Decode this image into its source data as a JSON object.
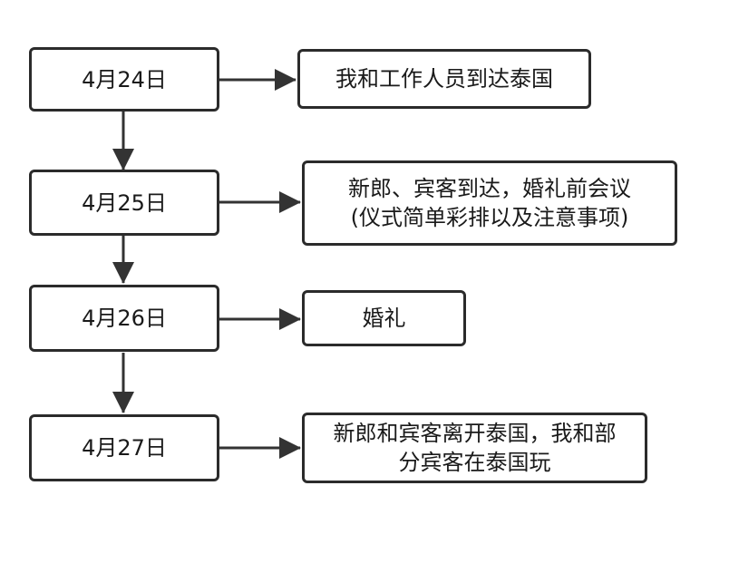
{
  "timeline": [
    {
      "date": "4月24日",
      "description": "我和工作人员到达泰国"
    },
    {
      "date": "4月25日",
      "description": "新郎、宾客到达，婚礼前会议\n(仪式简单彩排以及注意事项)"
    },
    {
      "date": "4月26日",
      "description": "婚礼"
    },
    {
      "date": "4月27日",
      "description": "新郎和宾客离开泰国，我和部\n分宾客在泰国玩"
    }
  ],
  "colors": {
    "border": "#2b2b2b",
    "arrow": "#333333",
    "text": "#1a1a1a",
    "background": "#ffffff"
  }
}
